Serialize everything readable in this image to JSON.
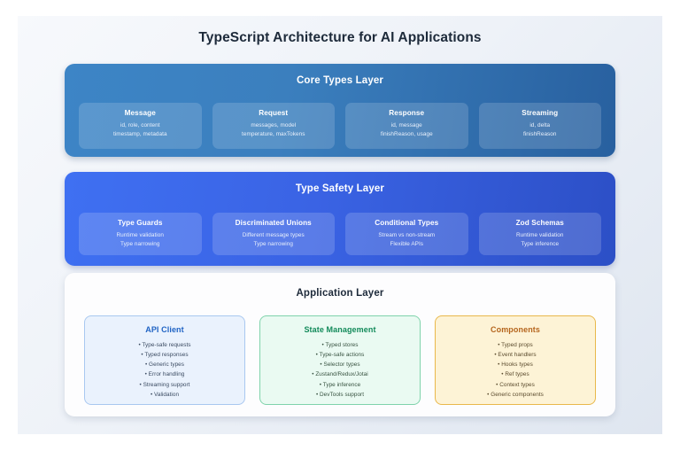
{
  "title": "TypeScript Architecture for AI Applications",
  "layers": [
    {
      "id": "core-types-layer",
      "title": "Core Types Layer",
      "cards": [
        {
          "name": "Message",
          "lines": [
            "id, role, content",
            "timestamp, metadata"
          ]
        },
        {
          "name": "Request",
          "lines": [
            "messages, model",
            "temperature, maxTokens"
          ]
        },
        {
          "name": "Response",
          "lines": [
            "id, message",
            "finishReason, usage"
          ]
        },
        {
          "name": "Streaming",
          "lines": [
            "id, delta",
            "finishReason"
          ]
        }
      ]
    },
    {
      "id": "type-safety-layer",
      "title": "Type Safety Layer",
      "cards": [
        {
          "name": "Type Guards",
          "lines": [
            "Runtime validation",
            "Type narrowing"
          ]
        },
        {
          "name": "Discriminated Unions",
          "lines": [
            "Different message types",
            "Type narrowing"
          ]
        },
        {
          "name": "Conditional Types",
          "lines": [
            "Stream vs non-stream",
            "Flexible APIs"
          ]
        },
        {
          "name": "Zod Schemas",
          "lines": [
            "Runtime validation",
            "Type inference"
          ]
        }
      ]
    }
  ],
  "application_layer": {
    "id": "application-layer",
    "title": "Application Layer",
    "cards": [
      {
        "name": "API Client",
        "accent": "#1f63c4",
        "items": [
          "• Type-safe requests",
          "• Typed responses",
          "• Generic types",
          "• Error handling",
          "• Streaming support",
          "• Validation"
        ]
      },
      {
        "name": "State Management",
        "accent": "#128a5a",
        "items": [
          "• Typed stores",
          "• Type-safe actions",
          "• Selector types",
          "• Zustand/Redux/Jotai",
          "• Type inference",
          "• DevTools support"
        ]
      },
      {
        "name": "Components",
        "accent": "#b5651d",
        "items": [
          "• Typed props",
          "• Event handlers",
          "• Hooks types",
          "• Ref types",
          "• Context types",
          "• Generic components"
        ]
      }
    ]
  },
  "colors": {
    "core_layer_start": "#3d85c6",
    "core_layer_end": "#28609f",
    "safety_layer_start": "#3f70f2",
    "safety_layer_end": "#2c4fc6",
    "app_layer_bg": "#fdfdfe",
    "title_text": "#1d2a3a",
    "canvas_start": "#f7f9fc",
    "canvas_end": "#dfe6f0"
  }
}
